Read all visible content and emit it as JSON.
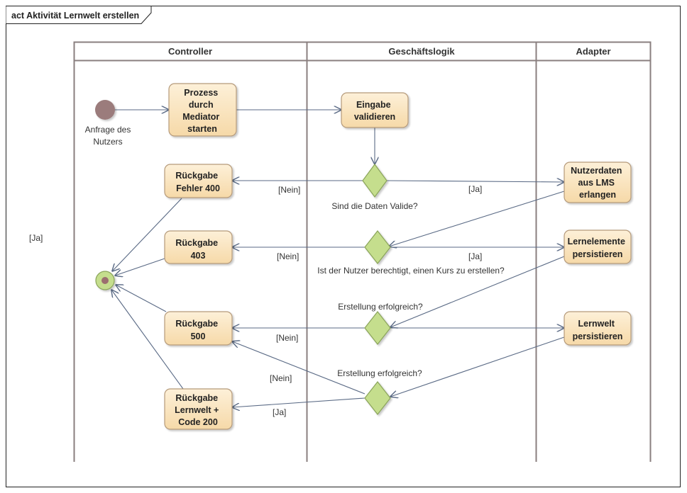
{
  "diagram": {
    "frame_title": "act Aktivität Lernwelt erstellen",
    "stray_label": "[Ja]",
    "lanes": [
      {
        "id": "controller",
        "title": "Controller"
      },
      {
        "id": "logic",
        "title": "Geschäftslogik"
      },
      {
        "id": "adapter",
        "title": "Adapter"
      }
    ],
    "initial_node": {
      "label_lines": [
        "Anfrage des",
        "Nutzers"
      ]
    },
    "actions": [
      {
        "id": "start",
        "lines": [
          "Prozess",
          "durch",
          "Mediator",
          "starten"
        ]
      },
      {
        "id": "validate",
        "lines": [
          "Eingabe",
          "validieren"
        ]
      },
      {
        "id": "err400",
        "lines": [
          "Rückgabe",
          "Fehler 400"
        ]
      },
      {
        "id": "lms",
        "lines": [
          "Nutzerdaten",
          "aus LMS",
          "erlangen"
        ]
      },
      {
        "id": "err403",
        "lines": [
          "Rückgabe",
          "403"
        ]
      },
      {
        "id": "lernel",
        "lines": [
          "Lernelemente",
          "persistieren"
        ]
      },
      {
        "id": "err500",
        "lines": [
          "Rückgabe",
          "500"
        ]
      },
      {
        "id": "lernwelt",
        "lines": [
          "Lernwelt",
          "persistieren"
        ]
      },
      {
        "id": "ok200",
        "lines": [
          "Rückgabe",
          "Lernwelt +",
          "Code 200"
        ]
      }
    ],
    "decisions": [
      {
        "id": "d1",
        "question": "Sind die Daten Valide?",
        "no_label": "[Nein]",
        "yes_label": "[Ja]"
      },
      {
        "id": "d2",
        "question": "Ist der Nutzer berechtigt, einen Kurs zu erstellen?",
        "no_label": "[Nein]",
        "yes_label": "[Ja]"
      },
      {
        "id": "d3",
        "question": "Erstellung erfolgreich?",
        "no_label": "[Nein]"
      },
      {
        "id": "d4",
        "question": "Erstellung erfolgreich?",
        "no_label": "[Nein]",
        "yes_label": "[Ja]"
      }
    ],
    "colors": {
      "action_fill_top": "#fdf0d8",
      "action_fill_bottom": "#f6d9a8",
      "action_border": "#b59a7a",
      "decision_fill": "#c5de8d",
      "decision_border": "#8aa45a",
      "initial_node": "#9b7b7b",
      "final_node_fill": "#c5de8d",
      "final_node_center": "#9b6f6f",
      "edge": "#5a6a85",
      "lane_border": "#8a7f7f"
    }
  }
}
